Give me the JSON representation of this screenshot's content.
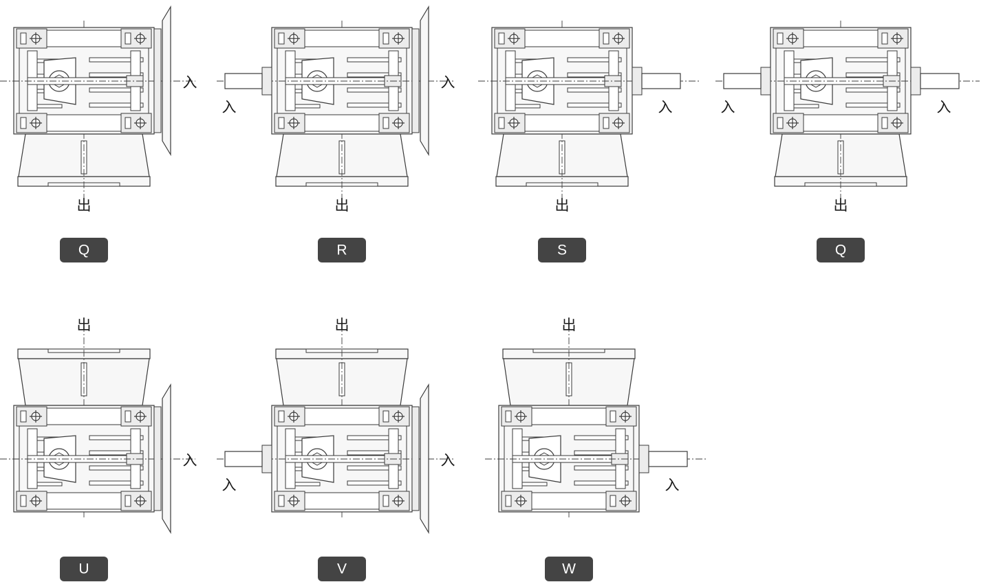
{
  "colors": {
    "line": "#3a3a3a",
    "fill_light": "#f7f7f7",
    "fill_mid": "#ececec",
    "badge_bg": "#444444",
    "badge_text": "#ffffff"
  },
  "direction_labels": {
    "input": "入",
    "output": "出"
  },
  "diagrams": [
    {
      "id": "Q",
      "label": "Q",
      "output_side": "bottom",
      "input_shafts": [],
      "flange": true
    },
    {
      "id": "R",
      "label": "R",
      "output_side": "bottom",
      "input_shafts": [
        "left"
      ],
      "flange": true
    },
    {
      "id": "S",
      "label": "S",
      "output_side": "bottom",
      "input_shafts": [
        "right"
      ],
      "flange": false
    },
    {
      "id": "Q2",
      "label": "Q",
      "output_side": "bottom",
      "input_shafts": [
        "left",
        "right"
      ],
      "flange": false
    },
    {
      "id": "U",
      "label": "U",
      "output_side": "top",
      "input_shafts": [],
      "flange": true
    },
    {
      "id": "V",
      "label": "V",
      "output_side": "top",
      "input_shafts": [
        "left"
      ],
      "flange": true
    },
    {
      "id": "W",
      "label": "W",
      "output_side": "top",
      "input_shafts": [
        "right"
      ],
      "flange": false
    }
  ]
}
